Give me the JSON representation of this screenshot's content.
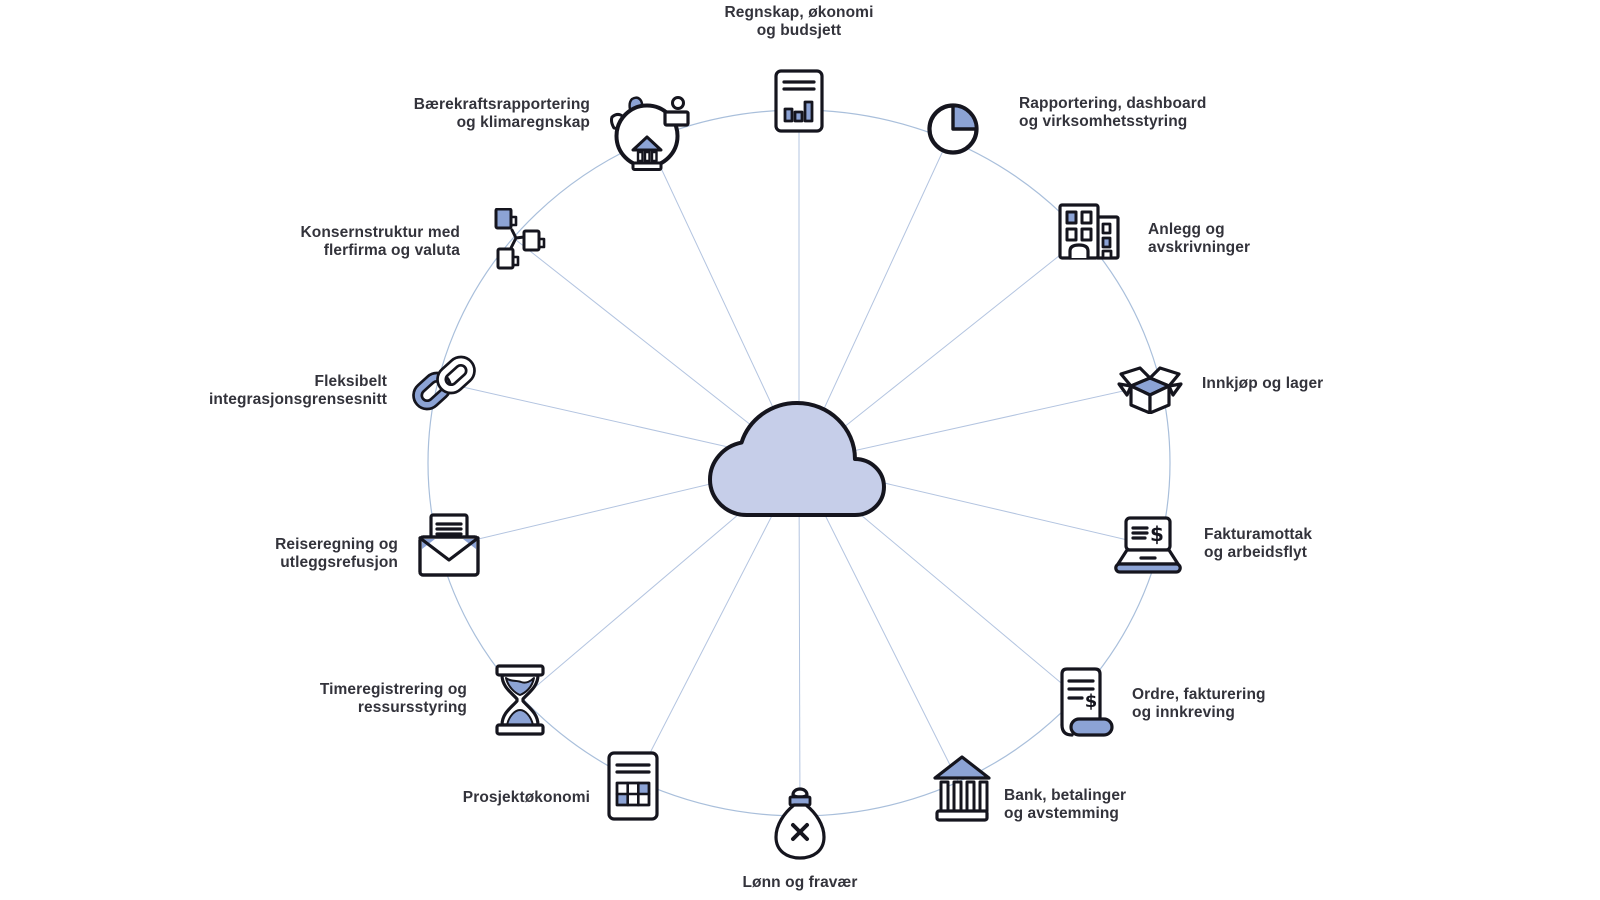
{
  "diagram_title": "Cloud ERP functional areas wheel",
  "currency_symbol": "$",
  "colors": {
    "accent": "#8ca3d5",
    "cloud_fill": "#c6cee9",
    "ring_line": "#a9bfdb",
    "outline": "#15151e",
    "text": "#33333b"
  },
  "center": {
    "icon": "cloud-icon"
  },
  "items": [
    {
      "id": "regnskap",
      "label": "Regnskap, økonomi\nog budsjett",
      "icon": "document-bar-chart-icon"
    },
    {
      "id": "rapportering",
      "label": "Rapportering, dashboard\nog virksomhetsstyring",
      "icon": "pie-chart-icon"
    },
    {
      "id": "anlegg",
      "label": "Anlegg og\navskrivninger",
      "icon": "buildings-icon"
    },
    {
      "id": "innkjop",
      "label": "Innkjøp og lager",
      "icon": "open-box-icon"
    },
    {
      "id": "faktura",
      "label": "Fakturamottak\nog arbeidsflyt",
      "icon": "laptop-invoice-icon"
    },
    {
      "id": "ordre",
      "label": "Ordre, fakturering\nog innkreving",
      "icon": "receipt-icon"
    },
    {
      "id": "bank",
      "label": "Bank, betalinger\nog avstemming",
      "icon": "bank-icon"
    },
    {
      "id": "lonn",
      "label": "Lønn og fravær",
      "icon": "money-bag-icon"
    },
    {
      "id": "prosjekt",
      "label": "Prosjektøkonomi",
      "icon": "document-table-icon"
    },
    {
      "id": "time",
      "label": "Timeregistrering og\nressursstyring",
      "icon": "hourglass-icon"
    },
    {
      "id": "reise",
      "label": "Reiseregning og\nutleggsrefusjon",
      "icon": "envelope-letter-icon"
    },
    {
      "id": "fleksibelt",
      "label": "Fleksibelt\nintegrasjonsgrensesnitt",
      "icon": "chain-links-icon"
    },
    {
      "id": "konsern",
      "label": "Konsernstruktur med\nflerfirma og valuta",
      "icon": "org-structure-icon"
    },
    {
      "id": "baerekraft",
      "label": "Bærekraftsrapportering\nog klimaregnskap",
      "icon": "globe-sustainability-icon"
    }
  ]
}
